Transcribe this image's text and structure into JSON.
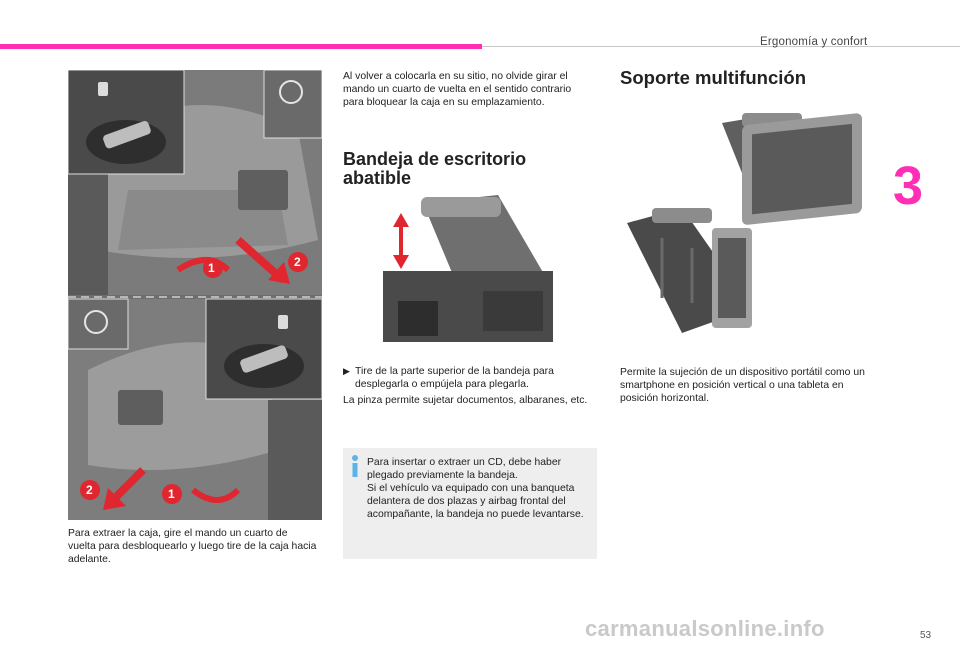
{
  "header": {
    "section": "Ergonomía y confort",
    "chapter": "3",
    "page": "53"
  },
  "left": {
    "caption": "Para extraer la caja, gire el mando un cuarto de vuelta para desbloquearlo y luego tire de la caja hacia adelante.",
    "figure_labels": [
      "1",
      "2",
      "2",
      "1"
    ]
  },
  "middle": {
    "intro": "Al volver a colocarla en su sitio, no olvide girar el mando un cuarto de vuelta en el sentido contrario para bloquear la caja en su emplazamiento.",
    "heading": "Bandeja de escritorio abatible",
    "bullet": "Tire de la parte superior de la bandeja para desplegarla o empújela para plegarla.",
    "paragraph": "La pinza permite sujetar documentos, albaranes, etc.",
    "note": "Para insertar o extraer un CD, debe haber plegado previamente la bandeja.\nSi el vehículo va equipado con una banqueta delantera de dos plazas y airbag frontal del acompañante, la bandeja no puede levantarse."
  },
  "right": {
    "heading": "Soporte multifunción",
    "paragraph": "Permite la sujeción de un dispositivo portátil como un smartphone en posición vertical o una tableta en posición horizontal."
  },
  "footer": {
    "watermark": "carmanualsonline.info"
  },
  "colors": {
    "accent": "#ff2fb5",
    "badge": "#e0262f",
    "note_bg": "#eeeeee",
    "info_icon": "#5ab4e5"
  }
}
